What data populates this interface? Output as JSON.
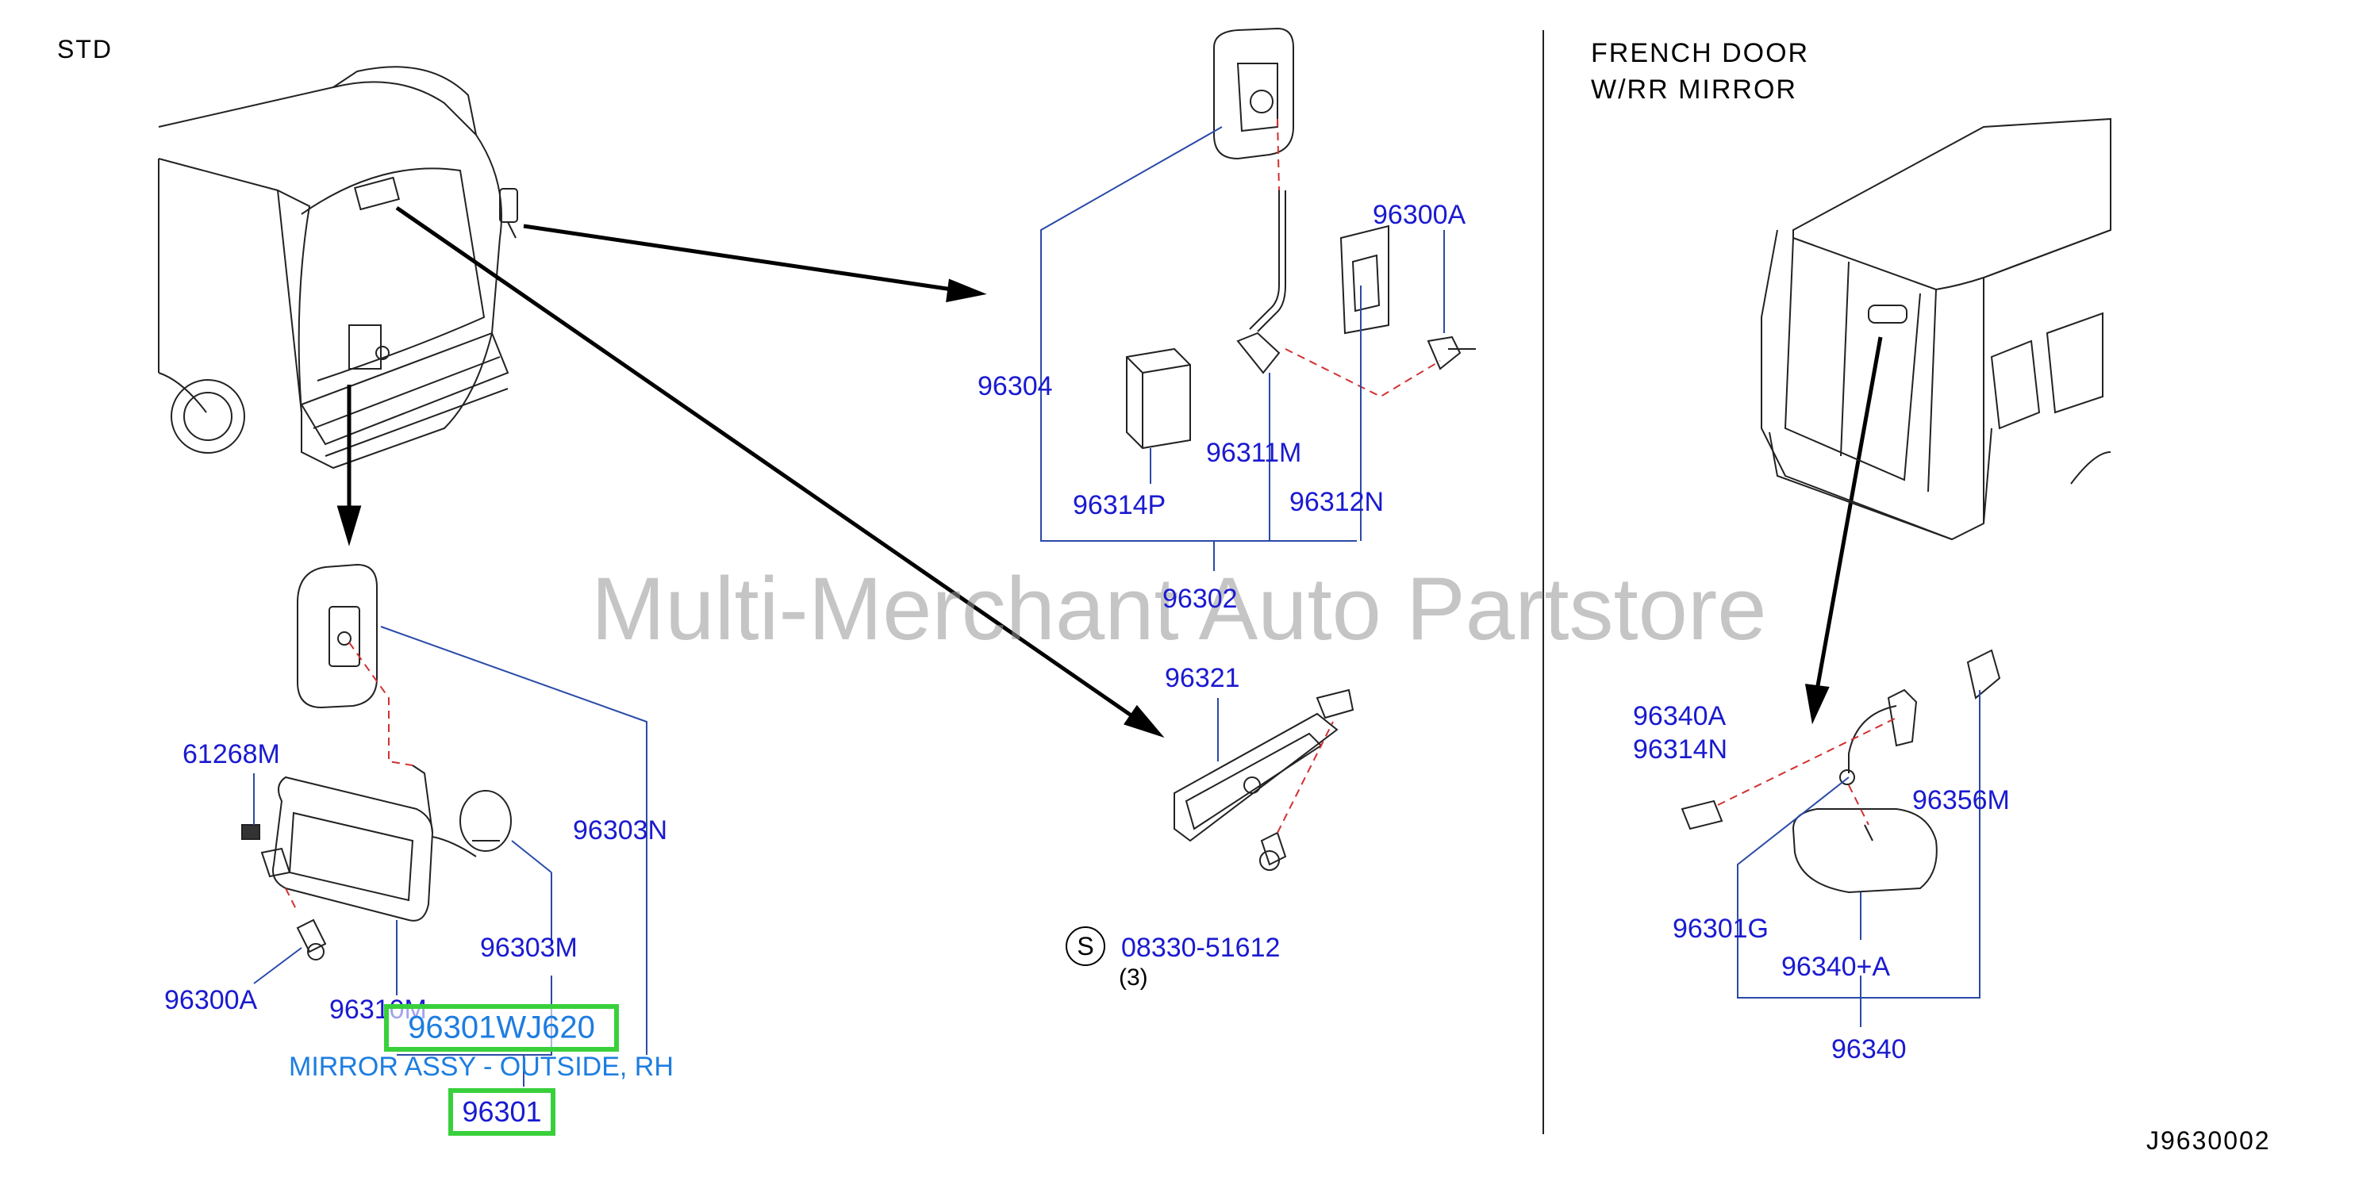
{
  "headers": {
    "std": "STD",
    "french_door_line1": "FRENCH  DOOR",
    "french_door_line2": "W/RR  MIRROR",
    "diagram_id": "J9630002"
  },
  "watermark": "Multi-Merchant Auto Partstore",
  "parts": {
    "p96300A_top": "96300A",
    "p96304": "96304",
    "p96311M": "96311M",
    "p96314P": "96314P",
    "p96312N": "96312N",
    "p96302": "96302",
    "p96321": "96321",
    "p08330": "08330-51612",
    "p08330_qty": "(3)",
    "p08330_symbol": "S",
    "p61268M": "61268M",
    "p96303N": "96303N",
    "p96303M": "96303M",
    "p96300A_left": "96300A",
    "p96310M": "96310M",
    "p96340A": "96340A",
    "p96314N": "96314N",
    "p96356M": "96356M",
    "p96301G": "96301G",
    "p96340plusA": "96340+A",
    "p96340": "96340"
  },
  "highlight": {
    "part_number": "96301WJ620",
    "description": "MIRROR ASSY - OUTSIDE, RH",
    "ref": "96301"
  },
  "colors": {
    "label_blue": "#1a1ad0",
    "highlight_green": "#39d03c",
    "highlight_text_blue": "#1d7de0",
    "leader_line_blue": "#2a4aa8",
    "dash_red": "#d23030"
  }
}
